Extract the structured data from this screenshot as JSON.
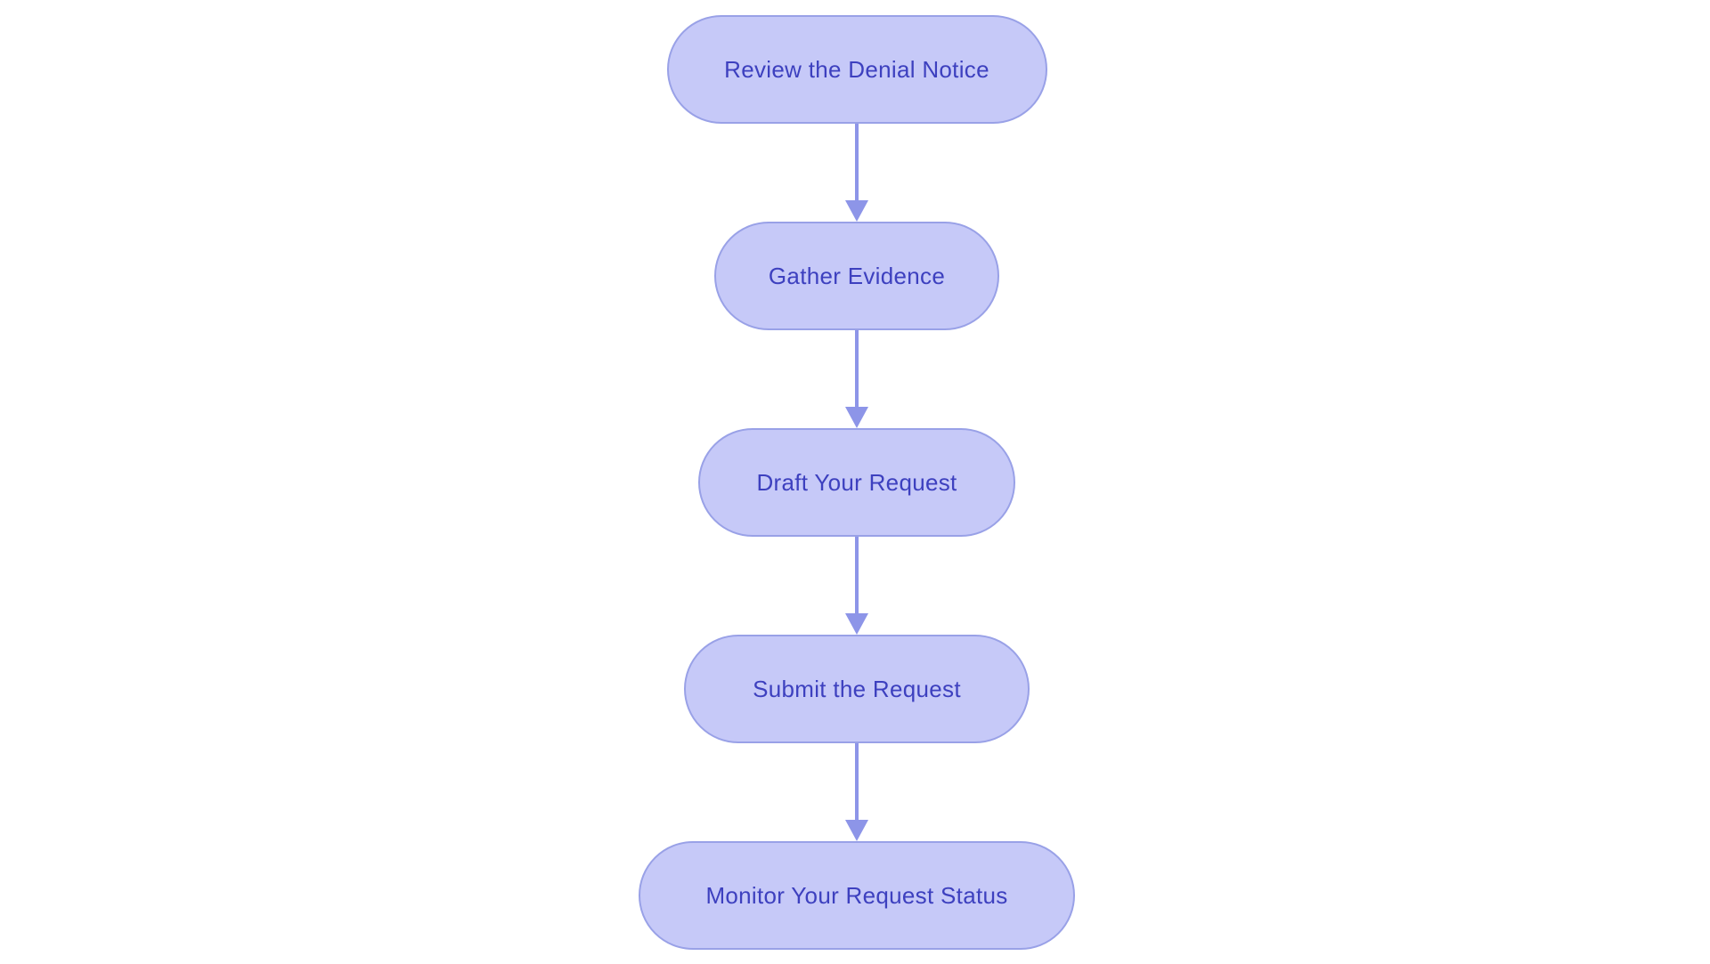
{
  "page": {
    "background_color": "#ffffff"
  },
  "diagram": {
    "type": "flowchart",
    "direction": "top-down",
    "node_fill_color": "#c6c9f8",
    "node_border_color": "#99a1e7",
    "node_text_color": "#3d40bf",
    "arrow_color": "#8d95e8",
    "nodes": [
      {
        "id": "review-denial-notice",
        "label": "Review the Denial Notice"
      },
      {
        "id": "gather-evidence",
        "label": "Gather Evidence"
      },
      {
        "id": "draft-your-request",
        "label": "Draft Your Request"
      },
      {
        "id": "submit-the-request",
        "label": "Submit the Request"
      },
      {
        "id": "monitor-request-status",
        "label": "Monitor Your Request Status"
      }
    ],
    "edges": [
      {
        "from": "review-denial-notice",
        "to": "gather-evidence"
      },
      {
        "from": "gather-evidence",
        "to": "draft-your-request"
      },
      {
        "from": "draft-your-request",
        "to": "submit-the-request"
      },
      {
        "from": "submit-the-request",
        "to": "monitor-request-status"
      }
    ]
  }
}
